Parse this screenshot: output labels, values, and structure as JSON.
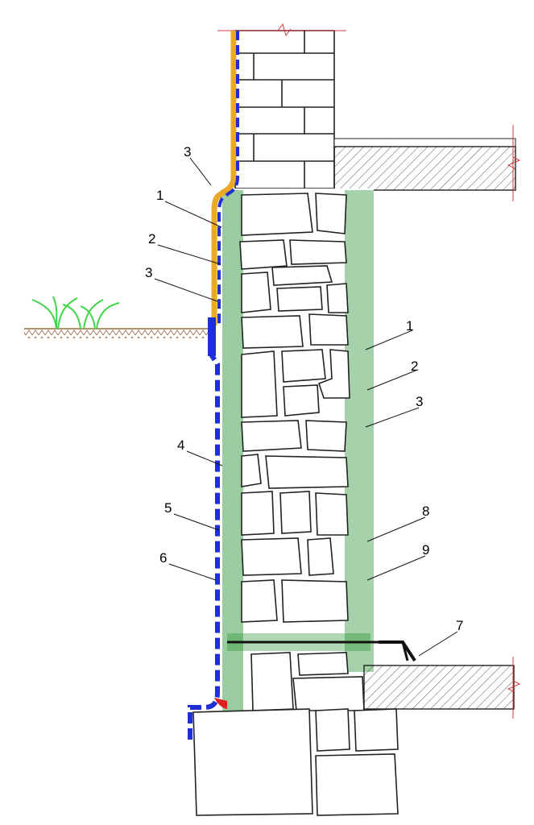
{
  "diagram": {
    "callouts": [
      {
        "id": "c-3-top",
        "label": "3"
      },
      {
        "id": "c-1-left",
        "label": "1"
      },
      {
        "id": "c-2-left",
        "label": "2"
      },
      {
        "id": "c-3-left",
        "label": "3"
      },
      {
        "id": "c-4",
        "label": "4"
      },
      {
        "id": "c-5",
        "label": "5"
      },
      {
        "id": "c-6",
        "label": "6"
      },
      {
        "id": "c-1-right",
        "label": "1"
      },
      {
        "id": "c-2-right",
        "label": "2"
      },
      {
        "id": "c-3-right",
        "label": "3"
      },
      {
        "id": "c-8",
        "label": "8"
      },
      {
        "id": "c-9",
        "label": "9"
      },
      {
        "id": "c-7",
        "label": "7"
      }
    ],
    "colors": {
      "waterproofing_blue": "#1f2fd6",
      "protective_orange": "#e8a925",
      "penetrating_green": "#1e8f2a",
      "grass_green": "#3fd44a",
      "soil_brown": "#9b6b3c",
      "break_line_red": "#d23a3a",
      "sealant_red": "#e02020",
      "outline": "#222222"
    }
  }
}
